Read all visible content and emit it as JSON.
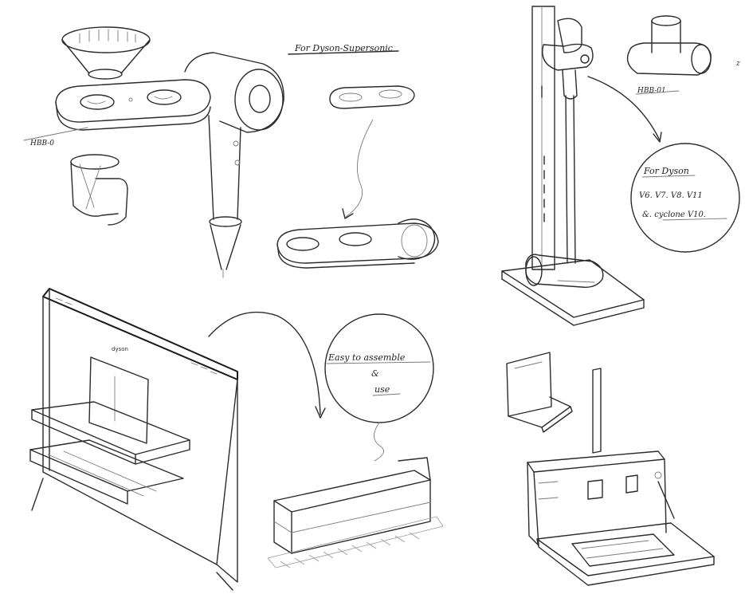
{
  "notes": {
    "title_dryer": "For Dyson-Supersonic",
    "hbb_left": "HBB-0",
    "hbb_right": "HBB-01",
    "bubble1_line1": "For Dyson",
    "bubble1_line2": "V6. V7. V8. V11",
    "bubble1_line3": "&. cyclone V10.",
    "bubble2_line1": "Easy to assemble",
    "bubble2_line2": "&",
    "bubble2_line3": "use",
    "brand_mark": "dyson",
    "margin_mark": "z"
  }
}
